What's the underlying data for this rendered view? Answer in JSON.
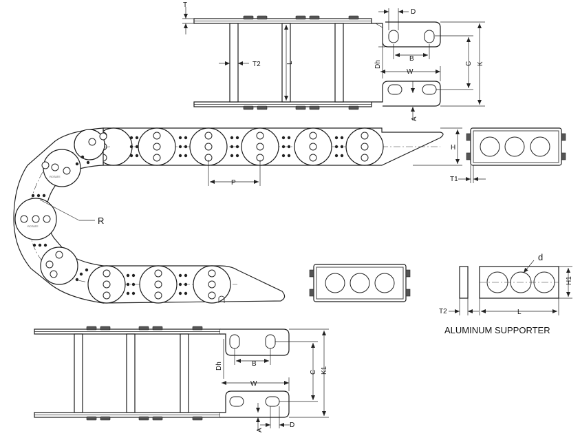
{
  "labels": {
    "T": "T",
    "D": "D",
    "B": "B",
    "T2": "T2",
    "L": "L",
    "Dh": "Dh",
    "C": "C",
    "K": "K",
    "W": "W",
    "A": "A",
    "H": "H",
    "T1": "T1",
    "P": "P",
    "R": "R",
    "d": "d",
    "H1": "H1",
    "K1": "K1"
  },
  "caption": "ALUMINUM SUPPORTER",
  "link_brand": "ROTATE"
}
